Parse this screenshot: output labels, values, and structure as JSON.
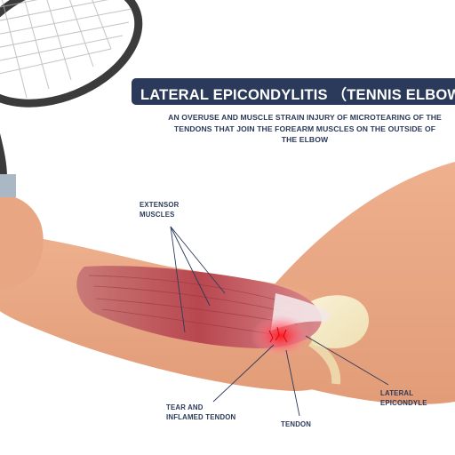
{
  "title": "LATERAL EPICONDYLITIS （TENNIS ELBOW",
  "subtitle": "AN OVERUSE AND MUSCLE STRAIN INJURY OF MICROTEARING OF THE TENDONS THAT JOIN THE FOREARM MUSCLES ON THE OUTSIDE OF THE ELBOW",
  "labels": {
    "extensor_muscles": "EXTENSOR\nMUSCLES",
    "tear_inflamed_tendon": "TEAR AND\nINFLAMED TENDON",
    "tendon": "TENDON",
    "lateral_epicondyle": "LATERAL\nEPICONDYLE"
  },
  "colors": {
    "banner": "#2b3a5a",
    "text": "#2b3a5a",
    "skin": "#e9a986",
    "muscle": "#b8484f",
    "inflammation": "#ff2a2a",
    "racket_frame": "#3b3b3b"
  }
}
